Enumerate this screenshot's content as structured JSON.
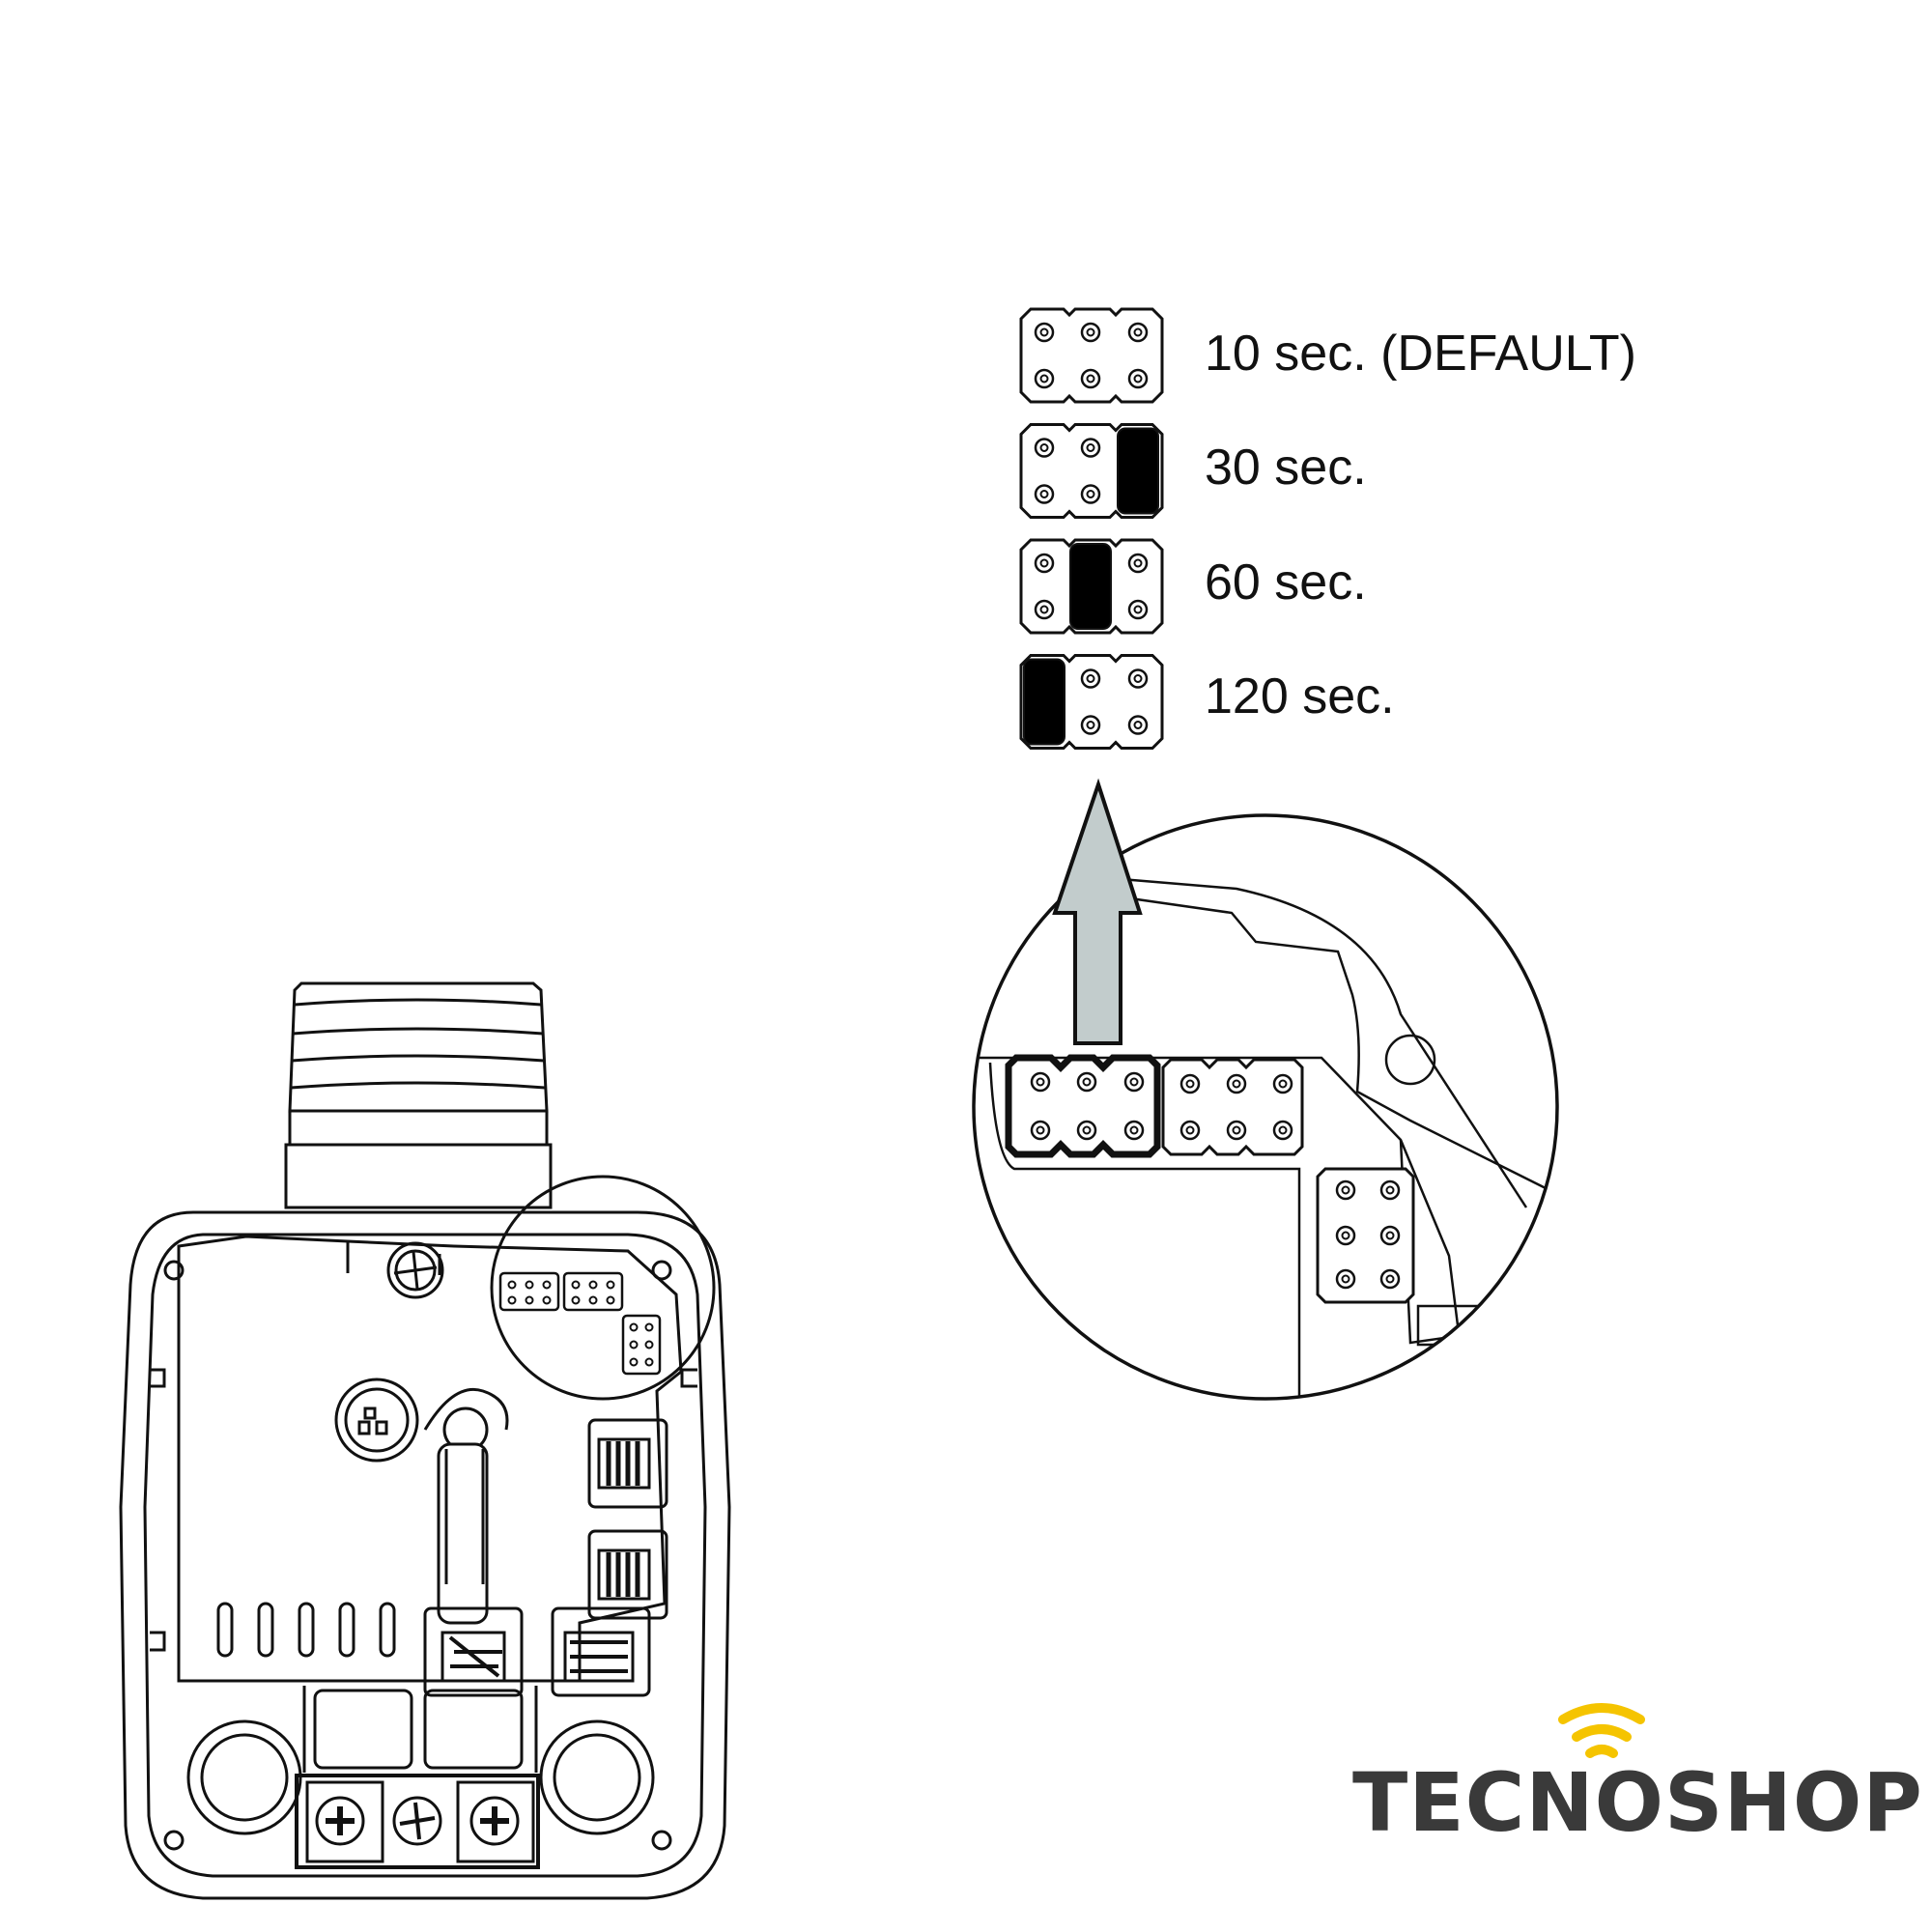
{
  "legend": {
    "items": [
      {
        "label": "10 sec. (DEFAULT)",
        "jumper": "none"
      },
      {
        "label": "30 sec.",
        "jumper": "right"
      },
      {
        "label": "60 sec.",
        "jumper": "middle"
      },
      {
        "label": "120 sec.",
        "jumper": "left"
      }
    ]
  },
  "brand": {
    "name": "TECNOSHOP",
    "text_color": "#3a3a3a",
    "signal_color": "#f5c400",
    "signal_icon": "wifi-signal-icon"
  },
  "colors": {
    "line": "#111111",
    "arrow_fill": "#c2cccc",
    "jumper": "#000000"
  }
}
